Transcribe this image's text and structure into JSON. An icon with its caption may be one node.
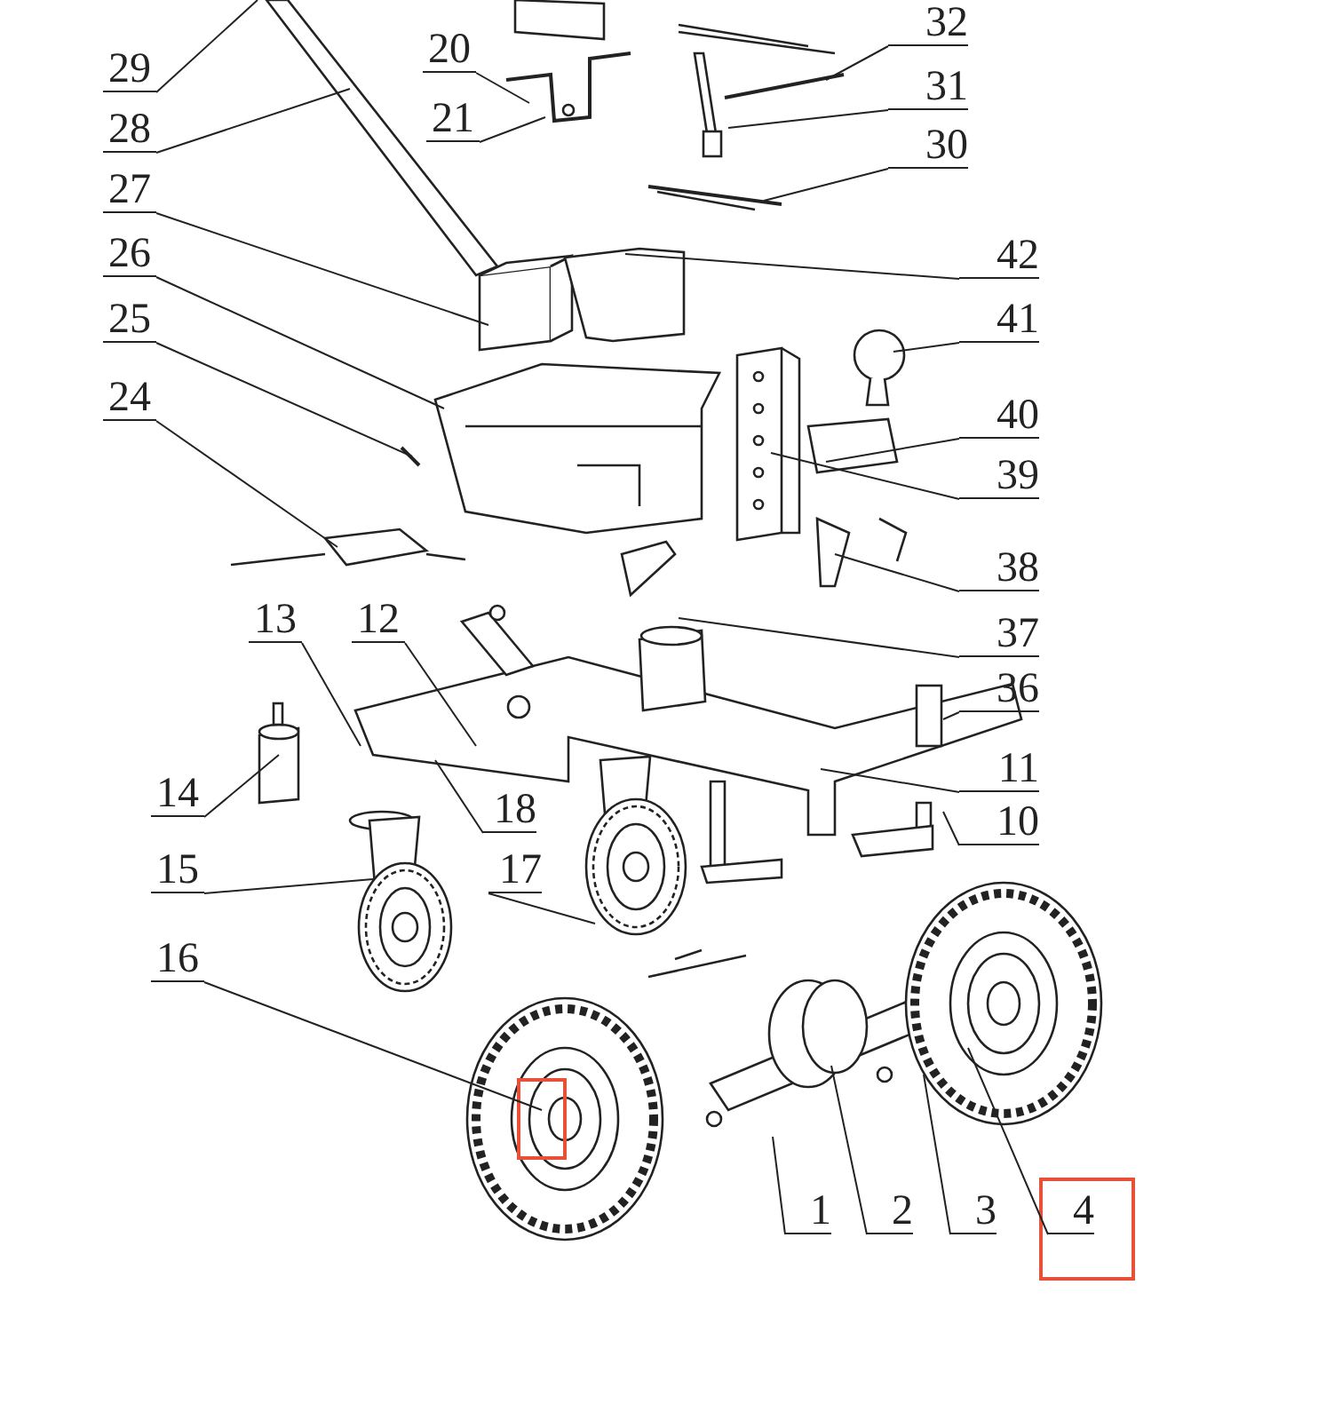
{
  "diagram": {
    "nodes": [
      {
        "text": [
          "32"
        ]
      },
      {
        "text": [
          "20"
        ]
      },
      {
        "text": [
          "29"
        ]
      },
      {
        "text": [
          "31"
        ]
      },
      {
        "text": [
          "21"
        ]
      },
      {
        "text": [
          "28"
        ]
      },
      {
        "text": [
          "30"
        ]
      },
      {
        "text": [
          "27"
        ]
      },
      {
        "text": [
          "42"
        ]
      },
      {
        "text": [
          "26"
        ]
      },
      {
        "text": [
          "41"
        ]
      },
      {
        "text": [
          "25"
        ]
      },
      {
        "text": [
          "24"
        ]
      },
      {
        "text": [
          "40"
        ]
      },
      {
        "text": [
          "39"
        ]
      },
      {
        "text": [
          "38"
        ]
      },
      {
        "text": [
          "13"
        ]
      },
      {
        "text": [
          "12"
        ]
      },
      {
        "text": [
          "37"
        ]
      },
      {
        "text": [
          "36"
        ]
      },
      {
        "text": [
          "11"
        ]
      },
      {
        "text": [
          "14"
        ]
      },
      {
        "text": [
          "18"
        ]
      },
      {
        "text": [
          "10"
        ]
      },
      {
        "text": [
          "15"
        ]
      },
      {
        "text": [
          "17"
        ]
      },
      {
        "text": [
          "16"
        ]
      },
      {
        "text": [
          "1"
        ]
      },
      {
        "text": [
          "2"
        ]
      },
      {
        "text": [
          "3"
        ]
      },
      {
        "text": [
          "4"
        ]
      }
    ],
    "edges": [
      {
        "from": 0,
        "to": null,
        "arrow": "none"
      },
      {
        "from": 1,
        "to": null,
        "arrow": "none"
      },
      {
        "from": 2,
        "to": null,
        "arrow": "none"
      },
      {
        "from": 3,
        "to": null,
        "arrow": "none"
      },
      {
        "from": 4,
        "to": null,
        "arrow": "none"
      },
      {
        "from": 5,
        "to": null,
        "arrow": "none"
      },
      {
        "from": 6,
        "to": null,
        "arrow": "none"
      },
      {
        "from": 7,
        "to": null,
        "arrow": "none"
      },
      {
        "from": 8,
        "to": null,
        "arrow": "none"
      },
      {
        "from": 9,
        "to": null,
        "arrow": "none"
      },
      {
        "from": 10,
        "to": null,
        "arrow": "none"
      },
      {
        "from": 11,
        "to": null,
        "arrow": "none"
      },
      {
        "from": 12,
        "to": null,
        "arrow": "none"
      },
      {
        "from": 13,
        "to": null,
        "arrow": "none"
      },
      {
        "from": 14,
        "to": null,
        "arrow": "none"
      },
      {
        "from": 15,
        "to": null,
        "arrow": "none"
      },
      {
        "from": 16,
        "to": null,
        "arrow": "none"
      },
      {
        "from": 17,
        "to": null,
        "arrow": "none"
      },
      {
        "from": 18,
        "to": null,
        "arrow": "none"
      },
      {
        "from": 19,
        "to": null,
        "arrow": "none"
      },
      {
        "from": 20,
        "to": null,
        "arrow": "none"
      },
      {
        "from": 21,
        "to": null,
        "arrow": "none"
      },
      {
        "from": 22,
        "to": null,
        "arrow": "none"
      },
      {
        "from": 23,
        "to": null,
        "arrow": "none"
      },
      {
        "from": 24,
        "to": null,
        "arrow": "none"
      },
      {
        "from": 25,
        "to": null,
        "arrow": "none"
      },
      {
        "from": 26,
        "to": null,
        "arrow": "none"
      },
      {
        "from": 27,
        "to": null,
        "arrow": "none"
      },
      {
        "from": 28,
        "to": null,
        "arrow": "none"
      },
      {
        "from": 29,
        "to": null,
        "arrow": "none"
      },
      {
        "from": 30,
        "to": null,
        "arrow": "none"
      }
    ]
  }
}
